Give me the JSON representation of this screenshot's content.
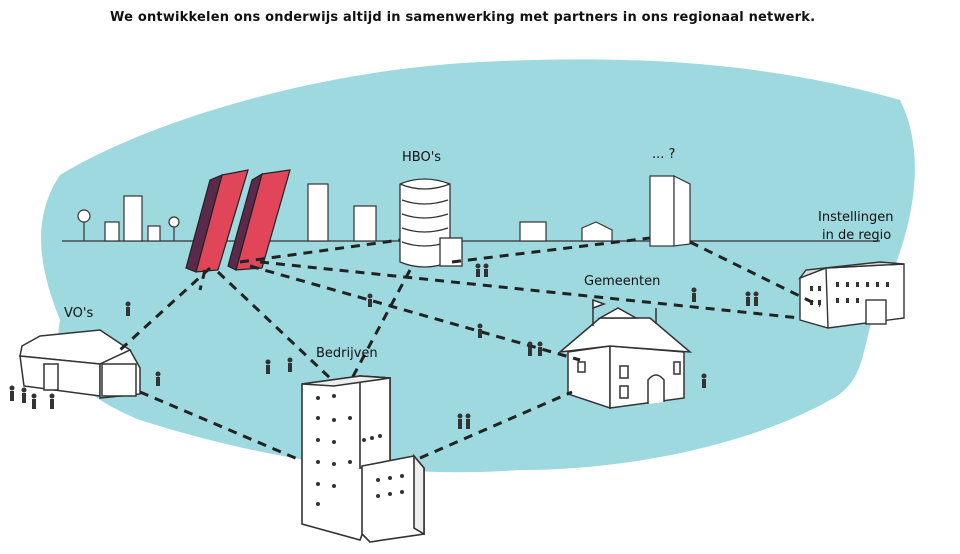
{
  "headline": "We ontwikkelen ons onderwijs altijd in samenwerking met partners in ons regionaal netwerk.",
  "labels": {
    "hbo": "HBO's",
    "unknown": "... ?",
    "instellingen_line1": "Instellingen",
    "instellingen_line2": "in de regio",
    "gemeenten": "Gemeenten",
    "vo": "VO's",
    "bedrijven": "Bedrijven"
  },
  "colors": {
    "water": "#9ed9df",
    "accent_red": "#e0455a",
    "accent_dark": "#5b2a4a",
    "ink": "#222222",
    "building_fill": "#ffffff"
  }
}
